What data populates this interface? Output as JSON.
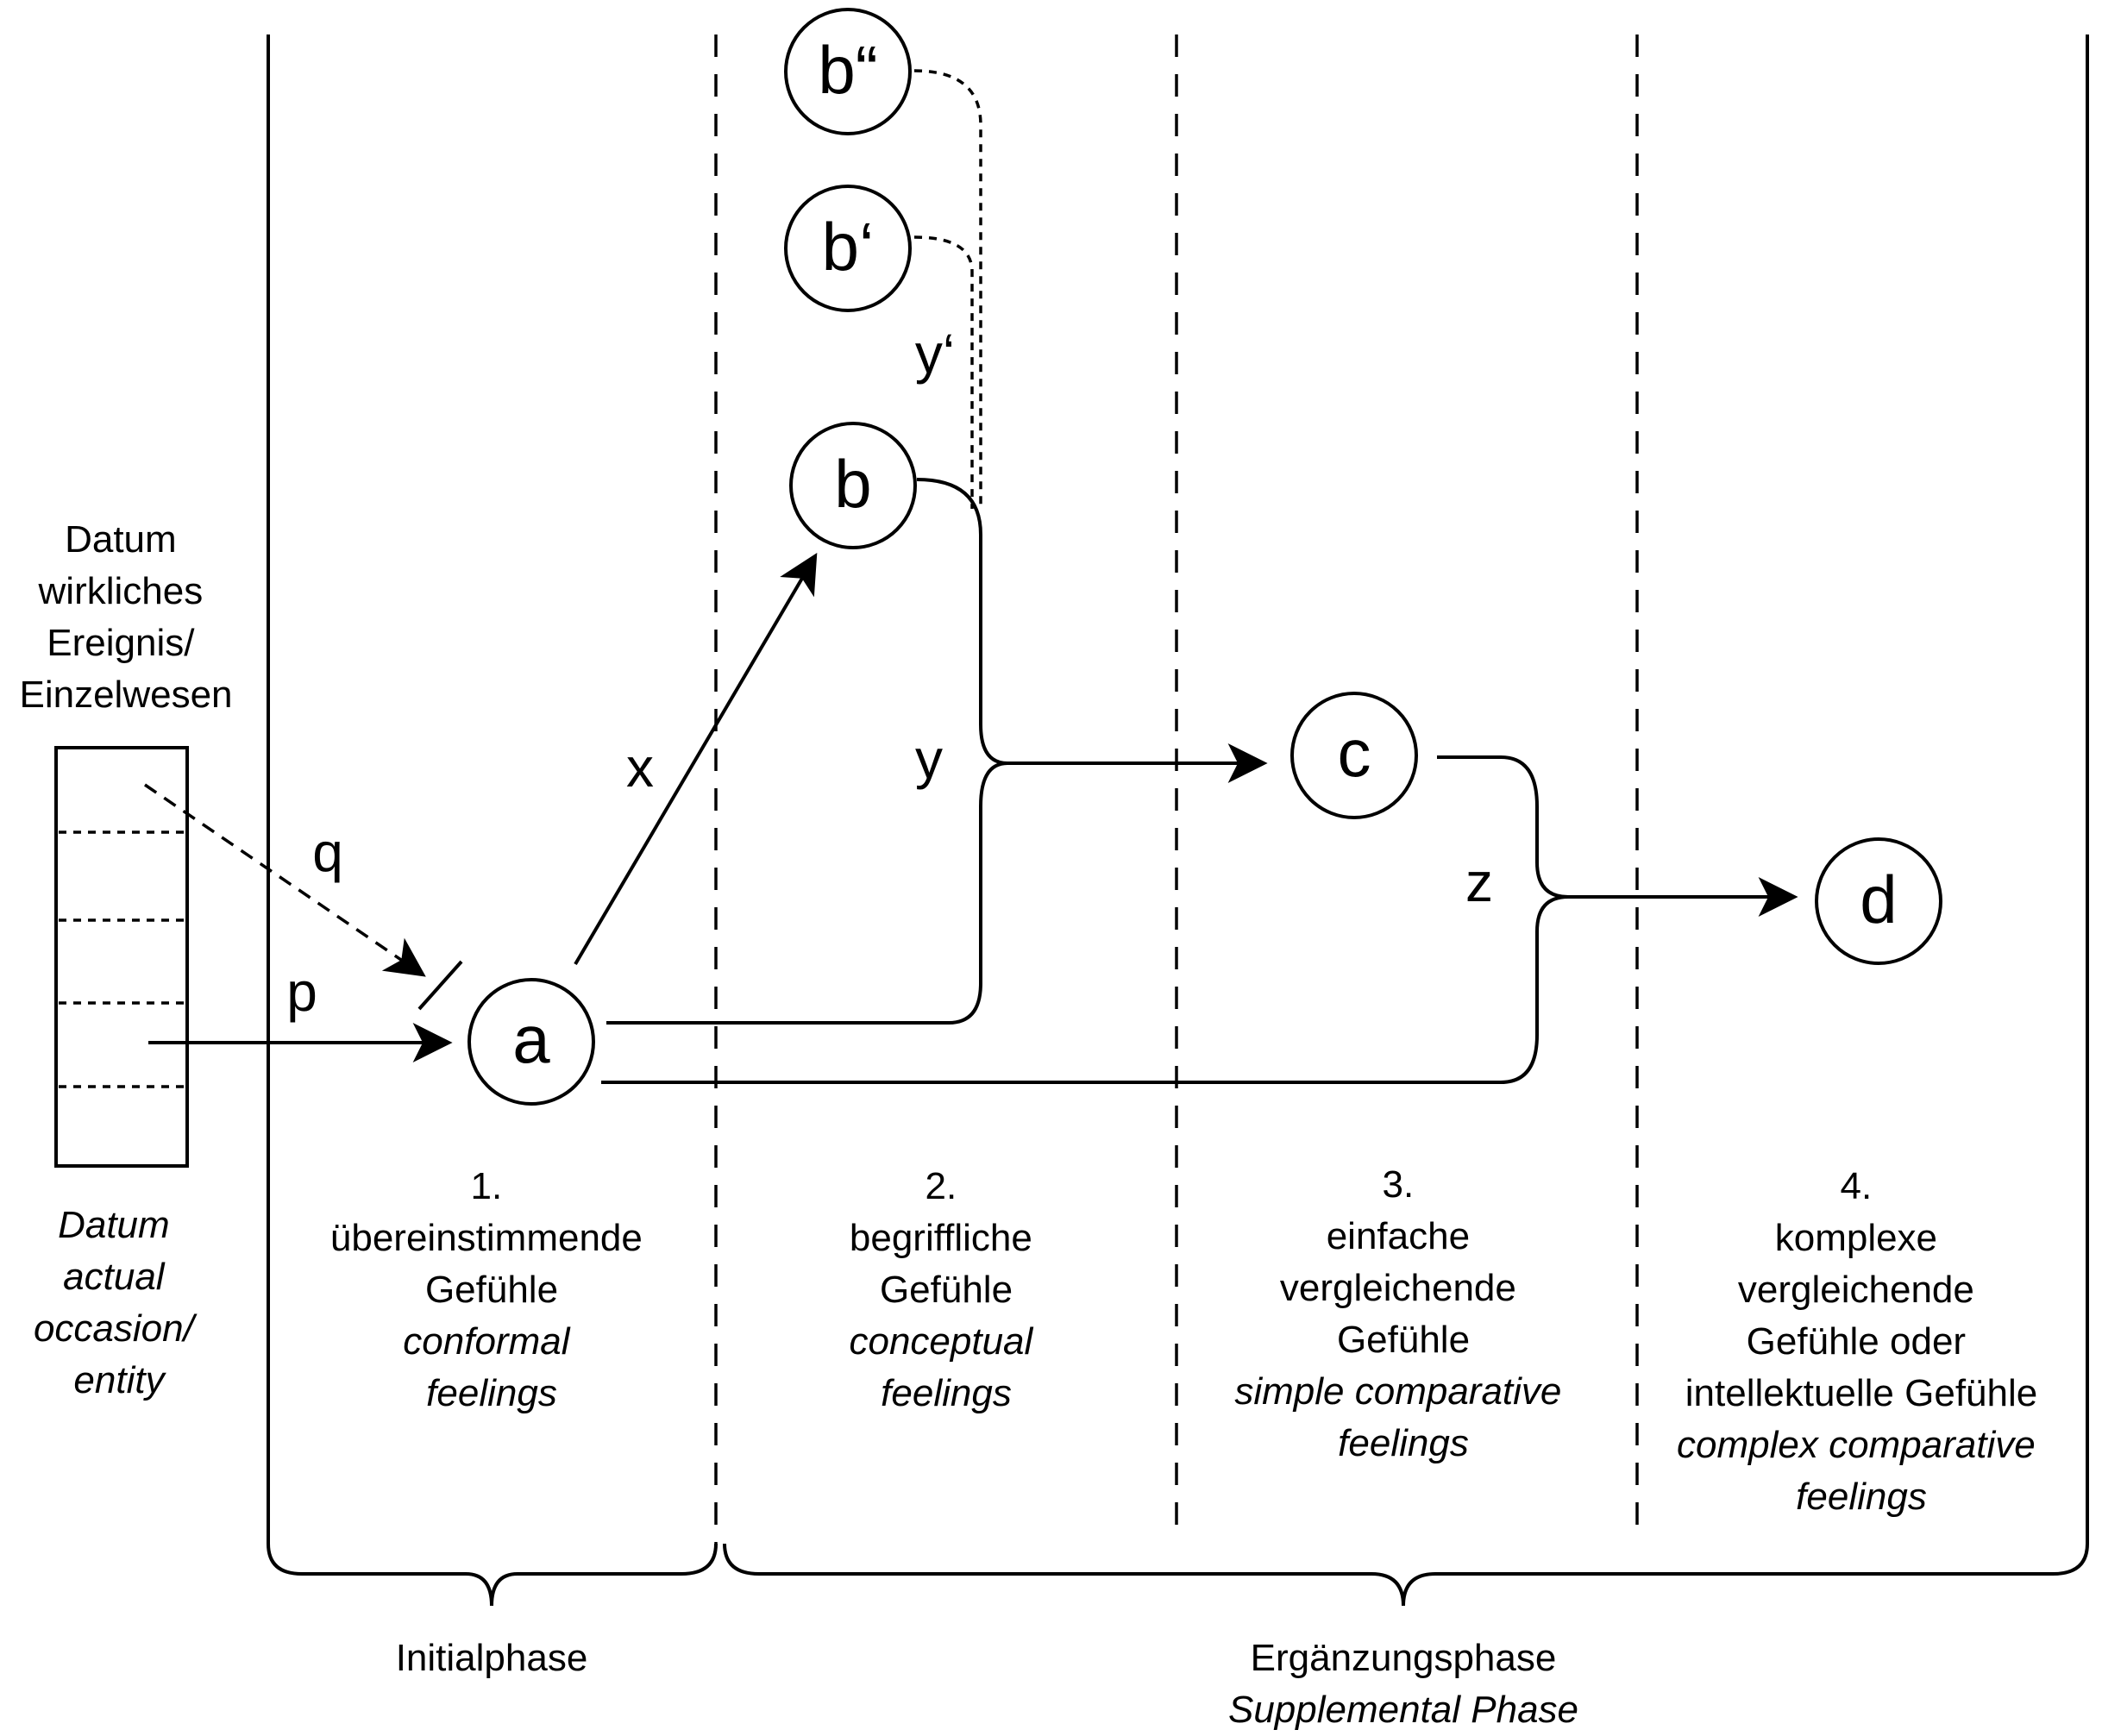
{
  "datum_label": {
    "de": [
      "Datum",
      "wirkliches",
      "Ereignis/",
      "Einzelwesen"
    ],
    "en": [
      "Datum",
      "actual",
      "occasion/",
      "entity"
    ]
  },
  "nodes": {
    "a": "a",
    "b": "b",
    "b1": "b‘",
    "b2": "b“",
    "c": "c",
    "d": "d"
  },
  "edges": {
    "p": "p",
    "q": "q",
    "x": "x",
    "y": "y",
    "y1": "y‘",
    "z": "z"
  },
  "stages": [
    {
      "num": "1.",
      "de": [
        "übereinstimmende",
        "Gefühle"
      ],
      "en": [
        "conformal",
        "feelings"
      ]
    },
    {
      "num": "2.",
      "de": [
        "begriffliche",
        "Gefühle"
      ],
      "en": [
        "conceptual",
        "feelings"
      ]
    },
    {
      "num": "3.",
      "de": [
        "einfache",
        "vergleichende",
        "Gefühle"
      ],
      "en": [
        "simple comparative",
        "feelings"
      ]
    },
    {
      "num": "4.",
      "de": [
        "komplexe",
        "vergleichende",
        "Gefühle oder",
        "intellektuelle Gefühle"
      ],
      "en": [
        "complex comparative",
        "feelings"
      ]
    }
  ],
  "phases": {
    "initial": "Initialphase",
    "supplemental_de": "Ergänzungsphase",
    "supplemental_en": "Supplemental Phase"
  }
}
